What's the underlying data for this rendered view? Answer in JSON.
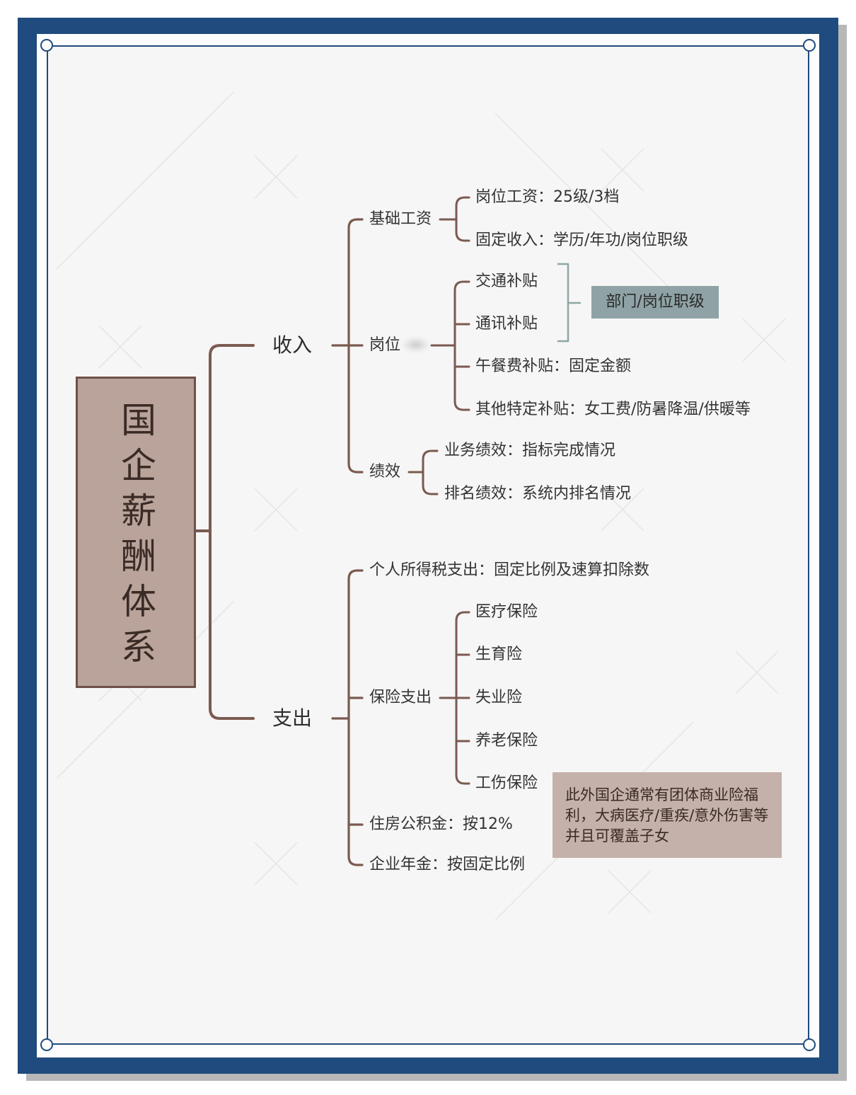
{
  "colors": {
    "frame": "#1f4b7e",
    "connector": "#7b5a50",
    "root_fill": "#b9a39b",
    "root_border": "#6e5148",
    "summary_fill": "#8fa3a6",
    "summary_line": "#8fa6a6",
    "note_fill": "#c4b1a9"
  },
  "mindmap": {
    "root": "国企薪酬体系",
    "income": {
      "label": "收入",
      "base_salary": {
        "label": "基础工资",
        "children": [
          "岗位工资：25级/3档",
          "固定收入：学历/年功/岗位职级"
        ]
      },
      "position": {
        "label": "岗位",
        "children": [
          "交通补贴",
          "通讯补贴",
          "午餐费补贴：固定金额",
          "其他特定补贴：女工费/防暑降温/供暖等"
        ],
        "summary": "部门/岗位职级"
      },
      "performance": {
        "label": "绩效",
        "children": [
          "业务绩效：指标完成情况",
          "排名绩效：系统内排名情况"
        ]
      }
    },
    "expense": {
      "label": "支出",
      "income_tax": "个人所得税支出：固定比例及速算扣除数",
      "insurance": {
        "label": "保险支出",
        "children": [
          "医疗保险",
          "生育险",
          "失业险",
          "养老保险",
          "工伤保险"
        ]
      },
      "housing_fund": "住房公积金：按12%",
      "annuity": "企业年金：按固定比例"
    },
    "note": "此外国企通常有团体商业险福利，大病医疗/重疾/意外伤害等并且可覆盖子女"
  }
}
